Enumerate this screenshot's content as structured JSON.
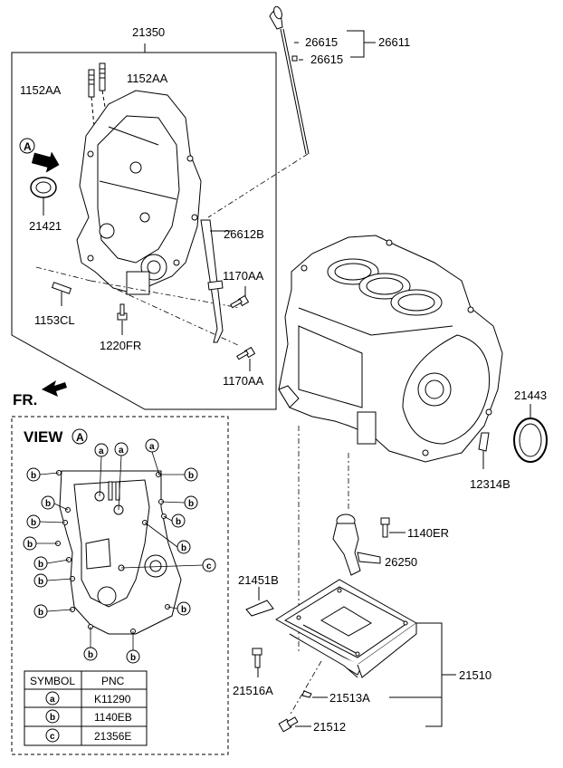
{
  "labels": {
    "cover_assy": "21350",
    "stud_left": "1152AA",
    "stud_right": "1152AA",
    "dipstick_guide_a": "26615",
    "dipstick_guide_b": "26615",
    "dipstick_assy": "26611",
    "seal_front": "21421",
    "dipstick_tube": "26612B",
    "bolt_upper": "1170AA",
    "bolt_lower": "1170AA",
    "stud_lower": "1153CL",
    "bolt_front": "1220FR",
    "seal_rear": "21443",
    "dowel": "12314B",
    "bolt_strainer": "1140ER",
    "strainer": "26250",
    "baffle": "21451B",
    "oil_pan": "21510",
    "bolt_pan": "21516A",
    "pan_gasket_clip": "21513A",
    "drain_plug": "21512"
  },
  "view_marker": "A",
  "fr_label": "FR.",
  "view": {
    "title": "VIEW",
    "marker": "A",
    "callout_a": "a",
    "callout_b": "b",
    "callout_c": "c"
  },
  "symbol_table": {
    "headers": [
      "SYMBOL",
      "PNC"
    ],
    "rows": [
      {
        "symbol": "a",
        "pnc": "K11290"
      },
      {
        "symbol": "b",
        "pnc": "1140EB"
      },
      {
        "symbol": "c",
        "pnc": "21356E"
      }
    ]
  }
}
